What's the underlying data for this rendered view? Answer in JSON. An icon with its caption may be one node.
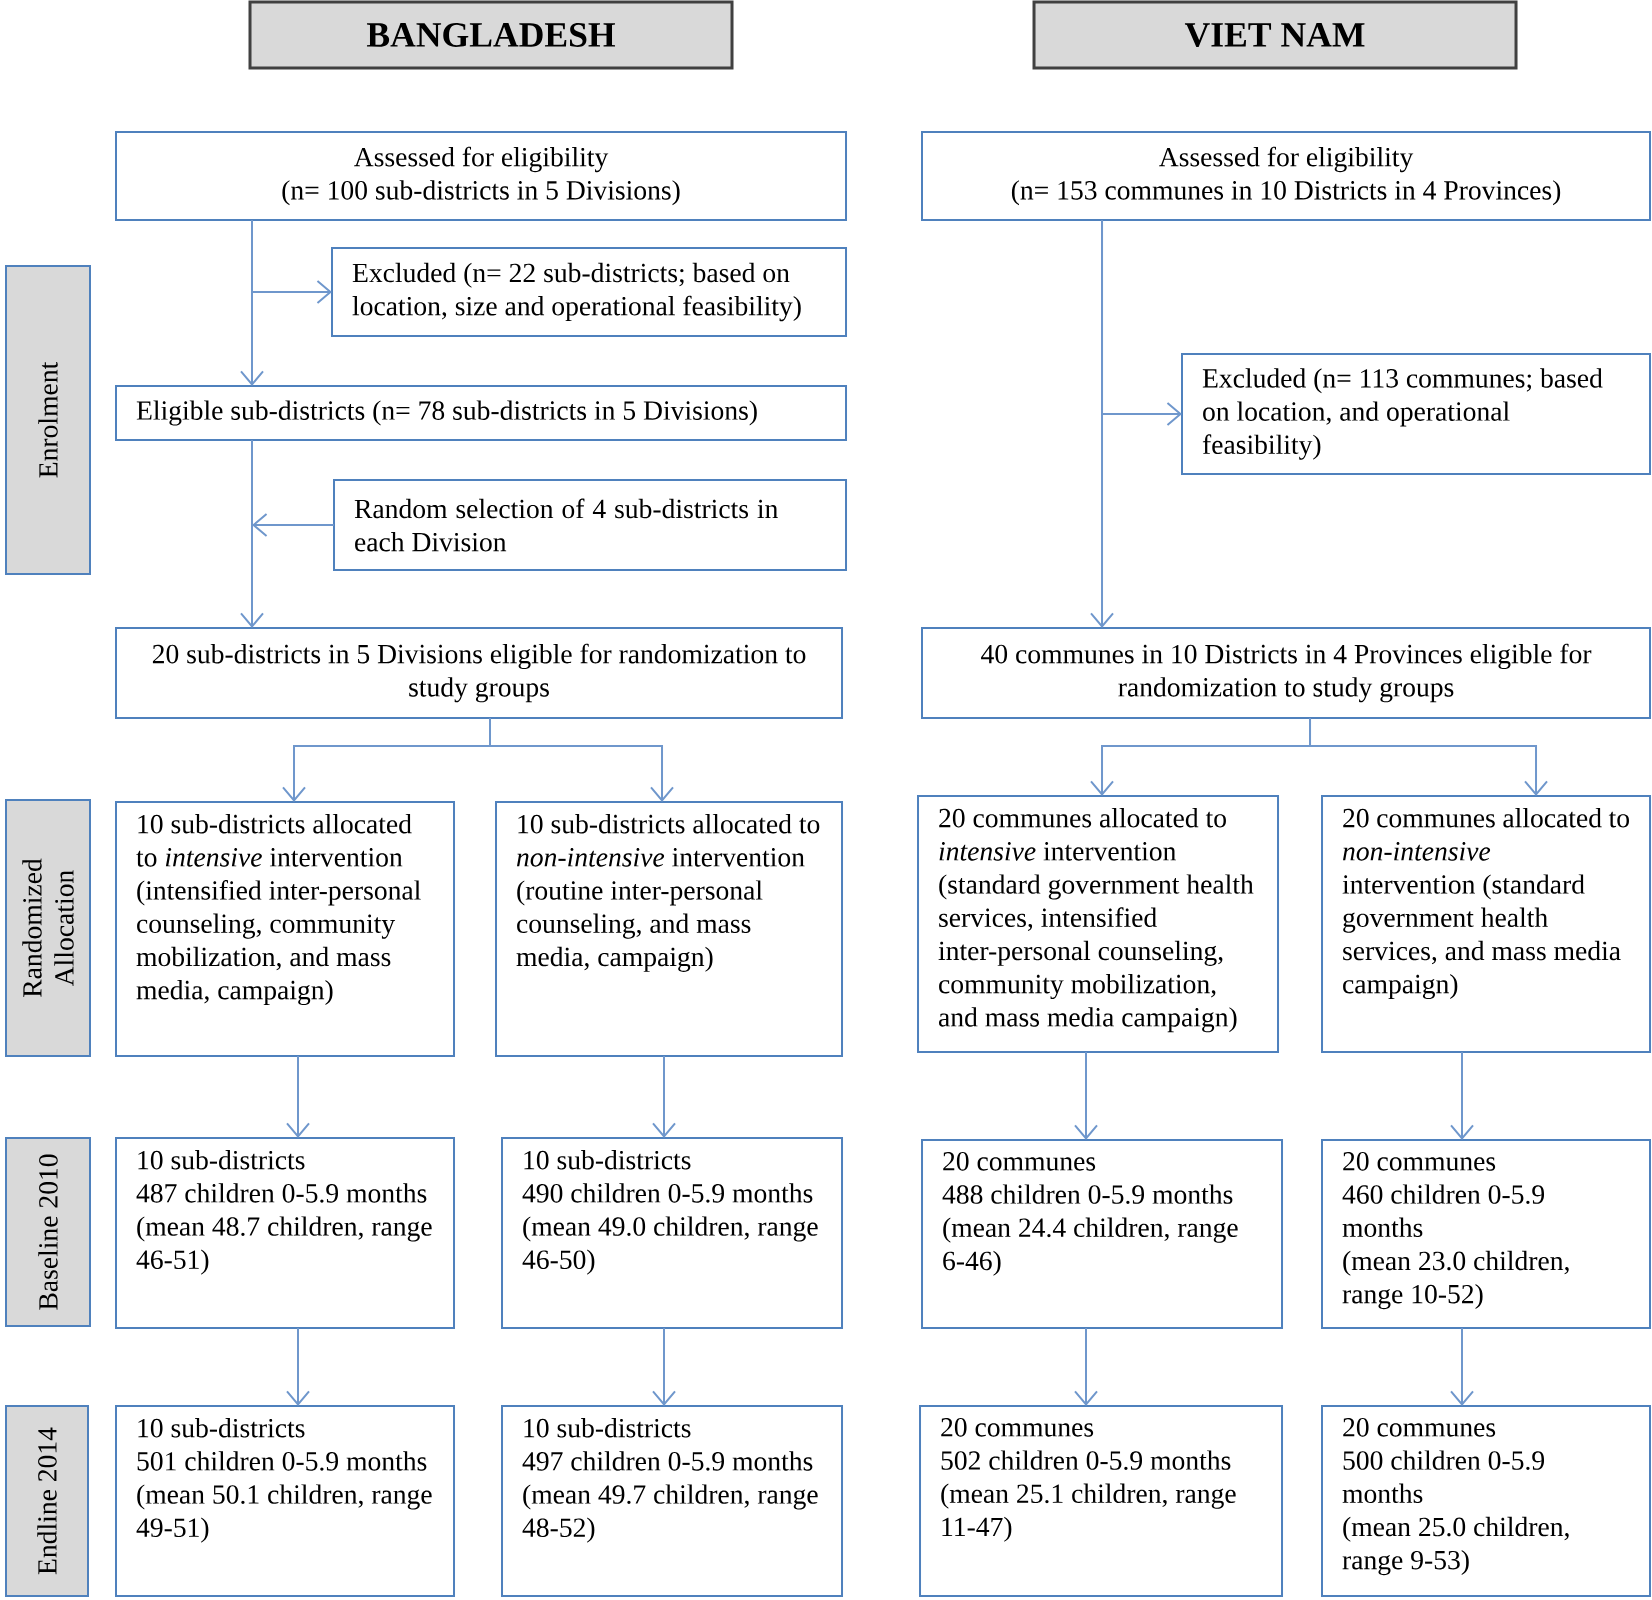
{
  "diagram": {
    "nodes": [
      {
        "text": [
          "BANGLADESH"
        ]
      },
      {
        "text": [
          "VIET NAM"
        ]
      },
      {
        "text": [
          "Enrolment"
        ]
      },
      {
        "text": [
          "Randomized Allocation"
        ]
      },
      {
        "text": [
          "Baseline 2010"
        ]
      },
      {
        "text": [
          "Endline 2014"
        ]
      },
      {
        "text": [
          "Assessed for eligibility",
          "(n= 100 sub-districts in 5 Divisions)"
        ]
      },
      {
        "text": [
          "Excluded (n= 22 sub-districts; based on location, size and operational feasibility)"
        ]
      },
      {
        "text": [
          "Eligible sub-districts (n= 78 sub-districts in 5 Divisions)"
        ]
      },
      {
        "text": [
          "Random selection of 4 sub-districts in each Division"
        ]
      },
      {
        "text": [
          "20 sub-districts in 5 Divisions eligible for randomization to study groups"
        ]
      },
      {
        "text": [
          "10 sub-districts allocated to *intensive* intervention (intensified inter-personal counseling, community mobilization, and mass media, campaign)"
        ]
      },
      {
        "text": [
          "10 sub-districts allocated to *non-intensive* intervention (routine inter-personal counseling, and mass media, campaign)"
        ]
      },
      {
        "text": [
          "10 sub-districts",
          "487 children 0-5.9 months",
          "(mean 48.7 children, range 46-51)"
        ]
      },
      {
        "text": [
          "10 sub-districts",
          "490 children 0-5.9 months",
          "(mean 49.0 children, range 46-50)"
        ]
      },
      {
        "text": [
          "10 sub-districts",
          "501 children 0-5.9 months",
          "(mean 50.1 children, range 49-51)"
        ]
      },
      {
        "text": [
          "10 sub-districts",
          "497 children 0-5.9 months",
          "(mean 49.7 children, range 48-52)"
        ]
      },
      {
        "text": [
          "Assessed for eligibility",
          "(n= 153 communes in 10 Districts in 4 Provinces)"
        ]
      },
      {
        "text": [
          "Excluded (n= 113 communes; based on location, and operational feasibility)"
        ]
      },
      {
        "text": [
          "40 communes in 10 Districts in 4 Provinces eligible for randomization to study groups"
        ]
      },
      {
        "text": [
          "20 communes allocated to *intensive* intervention (standard government health services, intensified inter-personal counseling, community mobilization, and mass media campaign)"
        ]
      },
      {
        "text": [
          "20 communes allocated to *non-intensive* intervention (standard government health services, and mass media campaign)"
        ]
      },
      {
        "text": [
          "20 communes",
          "488 children 0-5.9 months",
          "(mean 24.4 children, range 6-46)"
        ]
      },
      {
        "text": [
          "20 communes",
          "460 children 0-5.9 months",
          "(mean 23.0 children, range 10-52)"
        ]
      },
      {
        "text": [
          "20 communes",
          "502 children 0-5.9 months",
          "(mean 25.1 children, range 11-47)"
        ]
      },
      {
        "text": [
          "20 communes",
          "500 children 0-5.9 months",
          "(mean 25.0 children, range 9-53)"
        ]
      }
    ],
    "edges": [
      {
        "from": 6,
        "to": 8,
        "arrow": "to"
      },
      {
        "from": 6,
        "to": 7,
        "arrow": "to"
      },
      {
        "from": 8,
        "to": 10,
        "arrow": "to"
      },
      {
        "from": 9,
        "to": null,
        "arrow": "to"
      },
      {
        "from": 10,
        "to": 11,
        "arrow": "to"
      },
      {
        "from": 10,
        "to": 12,
        "arrow": "to"
      },
      {
        "from": 11,
        "to": 13,
        "arrow": "to"
      },
      {
        "from": 12,
        "to": 14,
        "arrow": "to"
      },
      {
        "from": 13,
        "to": 15,
        "arrow": "to"
      },
      {
        "from": 14,
        "to": 16,
        "arrow": "to"
      },
      {
        "from": 17,
        "to": 19,
        "arrow": "to"
      },
      {
        "from": 17,
        "to": 18,
        "arrow": "to"
      },
      {
        "from": 19,
        "to": 20,
        "arrow": "to"
      },
      {
        "from": 19,
        "to": 21,
        "arrow": "to"
      },
      {
        "from": 20,
        "to": 22,
        "arrow": "to"
      },
      {
        "from": 21,
        "to": 23,
        "arrow": "to"
      },
      {
        "from": 22,
        "to": 24,
        "arrow": "to"
      },
      {
        "from": 23,
        "to": 25,
        "arrow": "to"
      }
    ]
  }
}
